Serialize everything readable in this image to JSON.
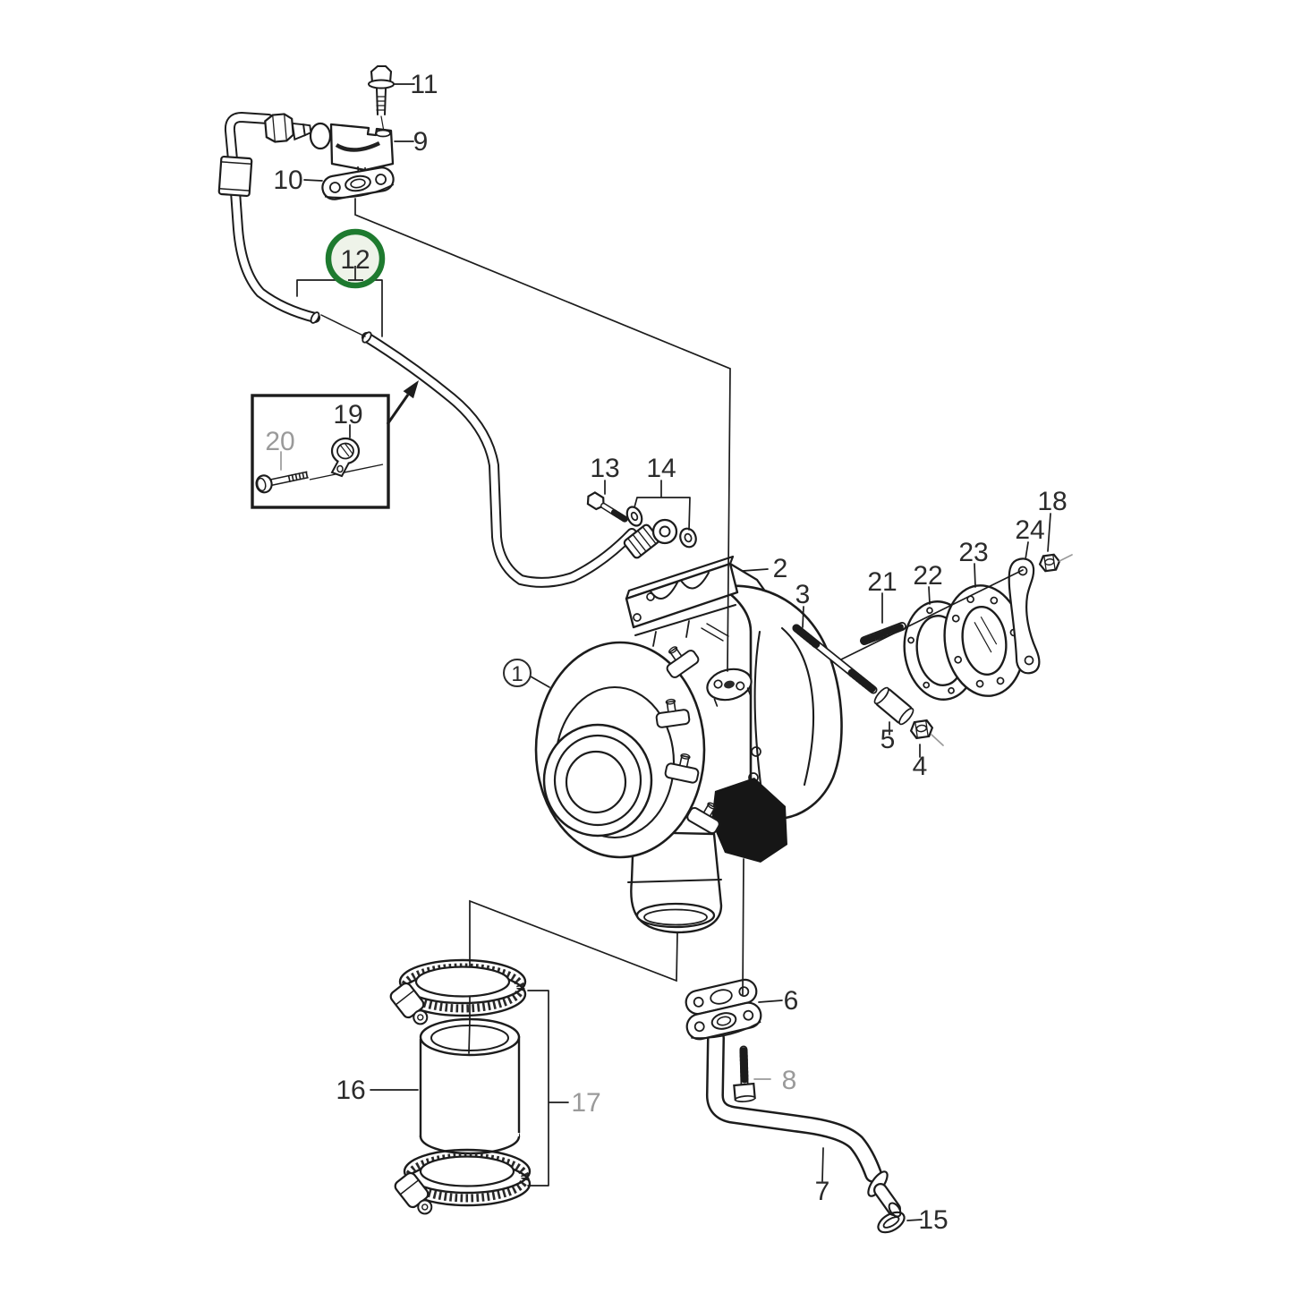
{
  "app": {
    "type": "parts-catalog-diagram",
    "background": "#ffffff"
  },
  "diagram": {
    "subject": "turbocharger-exploded-parts-diagram",
    "line_color": "#1c1c1c",
    "muted_color": "#9a9a9a",
    "highlight": {
      "label": "12",
      "ring_color": "#1e7a2f",
      "fill_color": "#eef3e9"
    },
    "circled_labels": [
      "1",
      "12"
    ],
    "muted_labels": [
      "8",
      "17",
      "20"
    ],
    "labels": {
      "p1": {
        "text": "1"
      },
      "p2": {
        "text": "2"
      },
      "p3": {
        "text": "3"
      },
      "p4": {
        "text": "4"
      },
      "p5": {
        "text": "5"
      },
      "p6": {
        "text": "6"
      },
      "p7": {
        "text": "7"
      },
      "p8": {
        "text": "8"
      },
      "p9": {
        "text": "9"
      },
      "p10": {
        "text": "10"
      },
      "p11": {
        "text": "11"
      },
      "p12": {
        "text": "12"
      },
      "p13": {
        "text": "13"
      },
      "p14": {
        "text": "14"
      },
      "p15": {
        "text": "15"
      },
      "p16": {
        "text": "16"
      },
      "p17": {
        "text": "17"
      },
      "p18": {
        "text": "18"
      },
      "p19": {
        "text": "19"
      },
      "p20": {
        "text": "20"
      },
      "p21": {
        "text": "21"
      },
      "p22": {
        "text": "22"
      },
      "p23": {
        "text": "23"
      },
      "p24": {
        "text": "24"
      }
    }
  }
}
